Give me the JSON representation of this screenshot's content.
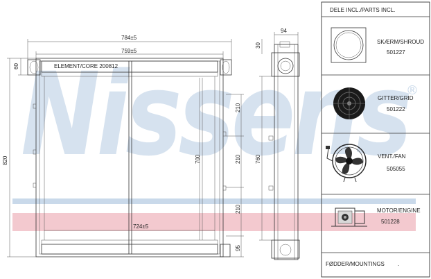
{
  "watermark": {
    "text": "Nissens",
    "registered": "®"
  },
  "drawing": {
    "element_core_label": "ELEMENT/CORE 200812",
    "dims": {
      "overall_width": "784±5",
      "inner_width": "759±5",
      "bottom_width": "724±5",
      "height_overall": "820",
      "height_core": "700",
      "height_side": "760",
      "top_offset": "60",
      "seg_top": "210",
      "seg_mid": "210",
      "seg_bottom": "210",
      "bottom_offset": "95",
      "depth": "94",
      "depth_top": "30"
    }
  },
  "parts_panel": {
    "title": "DELE INCL./PARTS INCL.",
    "items": [
      {
        "name": "SKÆRM/SHROUD",
        "number": "501227"
      },
      {
        "name": "GITTER/GRID",
        "number": "501222"
      },
      {
        "name": "VENT./FAN",
        "number": "505055"
      },
      {
        "name": "MOTOR/ENGINE",
        "number": "501228"
      }
    ],
    "footer": "FØDDER/MOUNTINGS",
    "footer_mark": "."
  },
  "colors": {
    "watermark_blue": "#c9d9ea",
    "watermark_red": "#f3c9cf",
    "line": "#333333"
  }
}
